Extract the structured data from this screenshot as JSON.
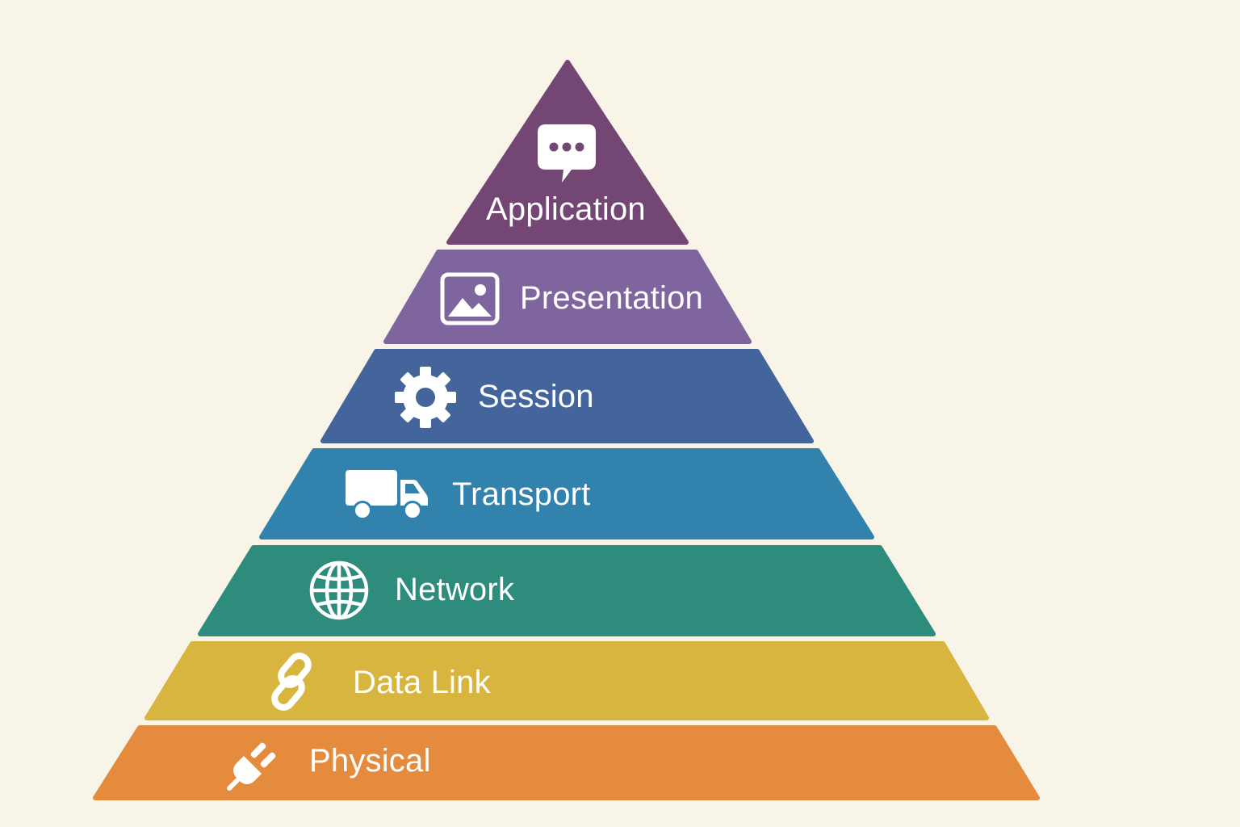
{
  "layers": [
    {
      "label": "Application",
      "icon": "chat-bubble-icon",
      "color": "#744674"
    },
    {
      "label": "Presentation",
      "icon": "image-icon",
      "color": "#7e659d"
    },
    {
      "label": "Session",
      "icon": "gear-icon",
      "color": "#44649c"
    },
    {
      "label": "Transport",
      "icon": "truck-icon",
      "color": "#3183ae"
    },
    {
      "label": "Network",
      "icon": "globe-icon",
      "color": "#2e8c7d"
    },
    {
      "label": "Data Link",
      "icon": "chain-link-icon",
      "color": "#d8b53e"
    },
    {
      "label": "Physical",
      "icon": "plug-icon",
      "color": "#e48b3e"
    }
  ],
  "colors": {
    "background": "#f8f4e8",
    "text": "#ffffff"
  }
}
